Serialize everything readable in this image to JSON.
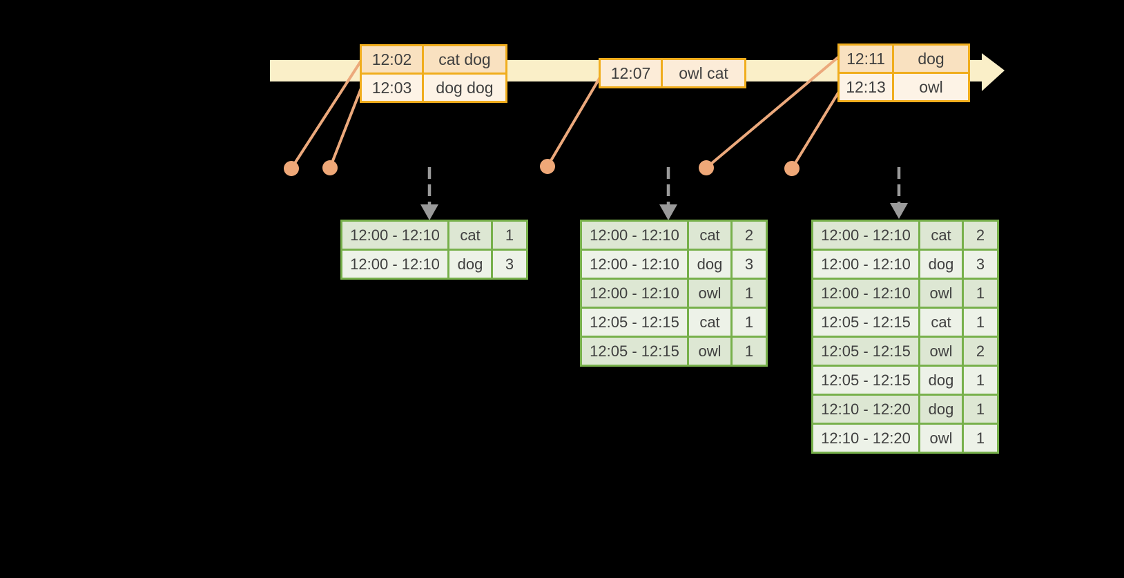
{
  "colors": {
    "background": "#000000",
    "timeline_band": "#faefc8",
    "event_border": "#f0ad1d",
    "event_row_dark": "#f9e1c0",
    "event_row_light": "#fdf3e6",
    "event_row_mid": "#fcecd8",
    "connector": "#eca97c",
    "dot": "#efa878",
    "trigger_arrow": "#9a9a9a",
    "result_border": "#77b04b",
    "result_row_dark": "#dde7d3",
    "result_row_light": "#edf2e8",
    "text": "#3f3f3f"
  },
  "event_tables": [
    {
      "name": "events-12-02-and-12-03",
      "rows": [
        [
          "12:02",
          "cat dog"
        ],
        [
          "12:03",
          "dog dog"
        ]
      ]
    },
    {
      "name": "event-12-07",
      "rows": [
        [
          "12:07",
          "owl cat"
        ]
      ]
    },
    {
      "name": "events-12-11-and-12-13",
      "rows": [
        [
          "12:11",
          "dog"
        ],
        [
          "12:13",
          "owl"
        ]
      ]
    }
  ],
  "result_tables": [
    {
      "name": "result-table-first-trigger",
      "rows": [
        [
          "12:00 - 12:10",
          "cat",
          "1"
        ],
        [
          "12:00 - 12:10",
          "dog",
          "3"
        ]
      ]
    },
    {
      "name": "result-table-second-trigger",
      "rows": [
        [
          "12:00 - 12:10",
          "cat",
          "2"
        ],
        [
          "12:00 - 12:10",
          "dog",
          "3"
        ],
        [
          "12:00 - 12:10",
          "owl",
          "1"
        ],
        [
          "12:05 - 12:15",
          "cat",
          "1"
        ],
        [
          "12:05 - 12:15",
          "owl",
          "1"
        ]
      ]
    },
    {
      "name": "result-table-third-trigger",
      "rows": [
        [
          "12:00 - 12:10",
          "cat",
          "2"
        ],
        [
          "12:00 - 12:10",
          "dog",
          "3"
        ],
        [
          "12:00 - 12:10",
          "owl",
          "1"
        ],
        [
          "12:05 - 12:15",
          "cat",
          "1"
        ],
        [
          "12:05 - 12:15",
          "owl",
          "2"
        ],
        [
          "12:05 - 12:15",
          "dog",
          "1"
        ],
        [
          "12:10 - 12:20",
          "dog",
          "1"
        ],
        [
          "12:10 - 12:20",
          "owl",
          "1"
        ]
      ]
    }
  ]
}
